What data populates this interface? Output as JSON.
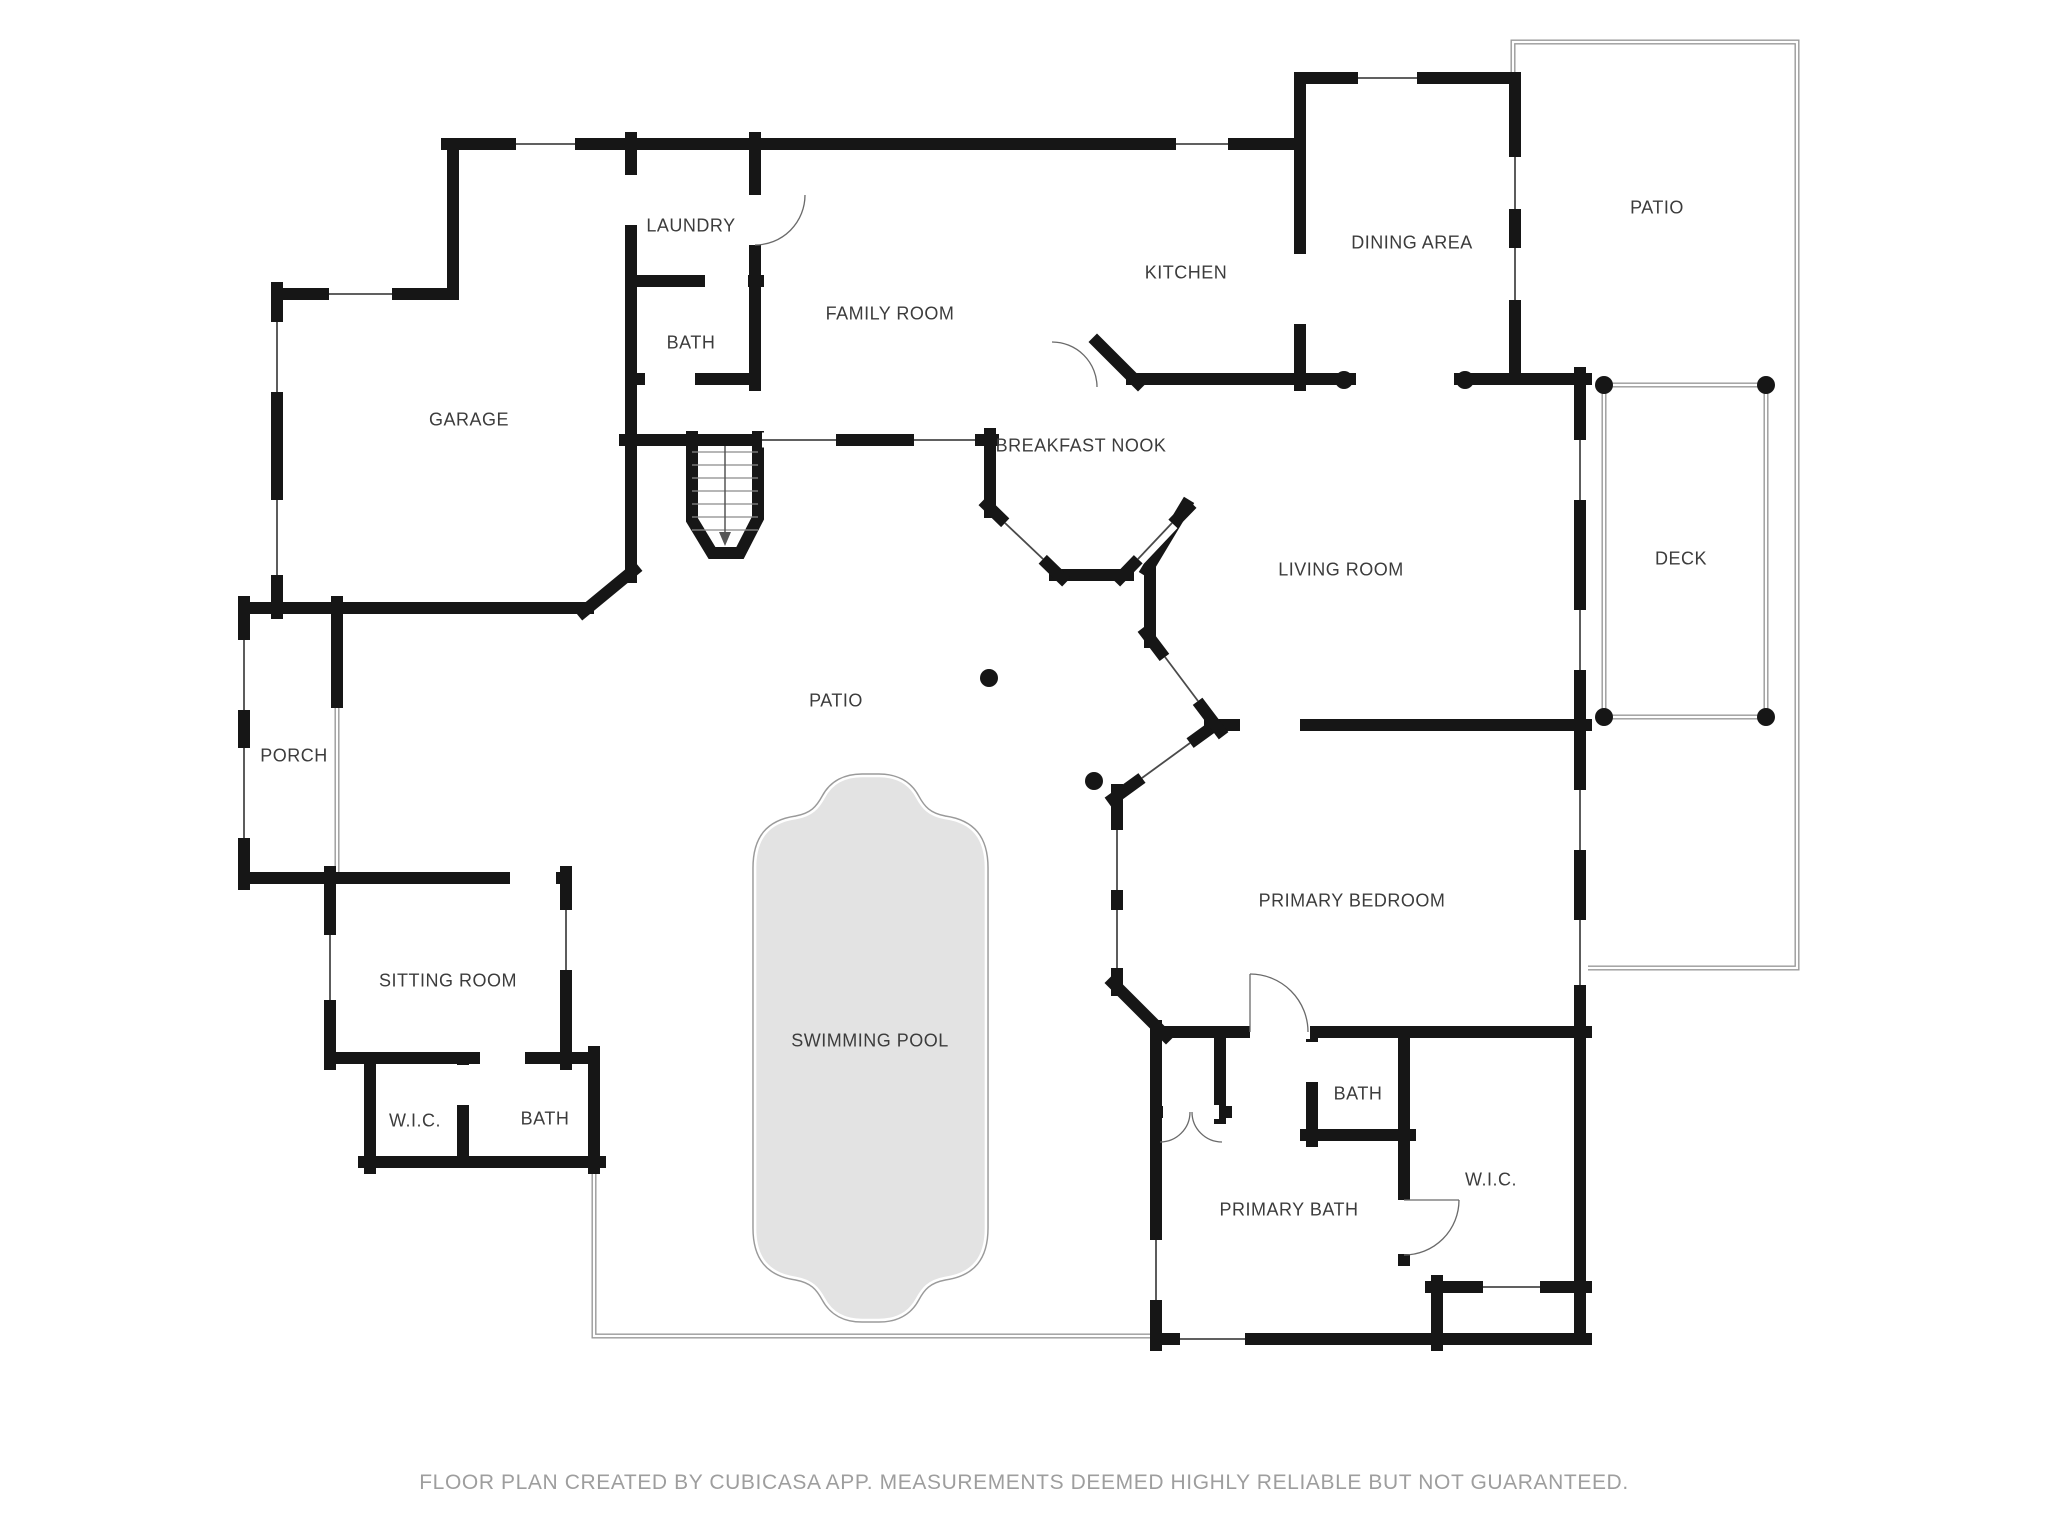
{
  "colors": {
    "wall": "#161616",
    "window_frame": "#4a4a4a",
    "thin_border": "#9a9a9a",
    "pool_fill": "#e3e3e3",
    "pool_stroke": "#9a9a9a",
    "label_text": "#3c3c3c",
    "footer_text": "#9e9e9e"
  },
  "rooms": [
    {
      "id": "laundry",
      "label": "LAUNDRY"
    },
    {
      "id": "bath-upper",
      "label": "BATH"
    },
    {
      "id": "family-room",
      "label": "FAMILY ROOM"
    },
    {
      "id": "kitchen",
      "label": "KITCHEN"
    },
    {
      "id": "dining-area",
      "label": "DINING AREA"
    },
    {
      "id": "patio-upper",
      "label": "PATIO"
    },
    {
      "id": "garage",
      "label": "GARAGE"
    },
    {
      "id": "breakfast-nook",
      "label": "BREAKFAST NOOK"
    },
    {
      "id": "living-room",
      "label": "LIVING ROOM"
    },
    {
      "id": "deck",
      "label": "DECK"
    },
    {
      "id": "porch",
      "label": "PORCH"
    },
    {
      "id": "patio-main",
      "label": "PATIO"
    },
    {
      "id": "sitting-room",
      "label": "SITTING ROOM"
    },
    {
      "id": "wic-left",
      "label": "W.I.C."
    },
    {
      "id": "bath-left",
      "label": "BATH"
    },
    {
      "id": "swimming-pool",
      "label": "SWIMMING POOL"
    },
    {
      "id": "primary-bedroom",
      "label": "PRIMARY BEDROOM"
    },
    {
      "id": "bath-primary",
      "label": "BATH"
    },
    {
      "id": "primary-bath",
      "label": "PRIMARY BATH"
    },
    {
      "id": "wic-right",
      "label": "W.I.C."
    }
  ],
  "footer": {
    "text": "FLOOR PLAN CREATED BY CUBICASA APP. MEASUREMENTS DEEMED HIGHLY RELIABLE BUT NOT GUARANTEED."
  }
}
